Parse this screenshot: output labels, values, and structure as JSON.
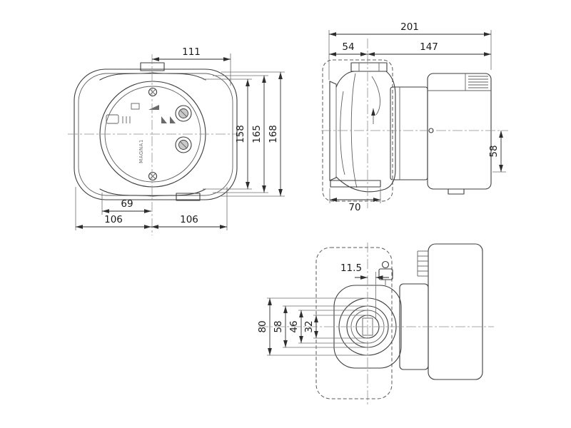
{
  "page": {
    "background": "#ffffff",
    "line_color": "#3d3d3d"
  },
  "front_view": {
    "brand": "MAGNA1",
    "dim_width_top": "111",
    "dim_height_inner": "158",
    "dim_height_mid": "165",
    "dim_height_outer": "168",
    "dim_bottom_small": "69",
    "dim_bottom_left": "106",
    "dim_bottom_right": "106"
  },
  "side_view": {
    "dim_total_length": "201",
    "dim_left_segment": "54",
    "dim_right_segment": "147",
    "dim_height_right": "58",
    "dim_flange_width": "70"
  },
  "end_view": {
    "dim_offset": "11.5",
    "dim_diameter_outer": "80",
    "dim_diameter_flange": "58",
    "dim_diameter_mid": "46",
    "dim_diameter_bore": "32"
  }
}
